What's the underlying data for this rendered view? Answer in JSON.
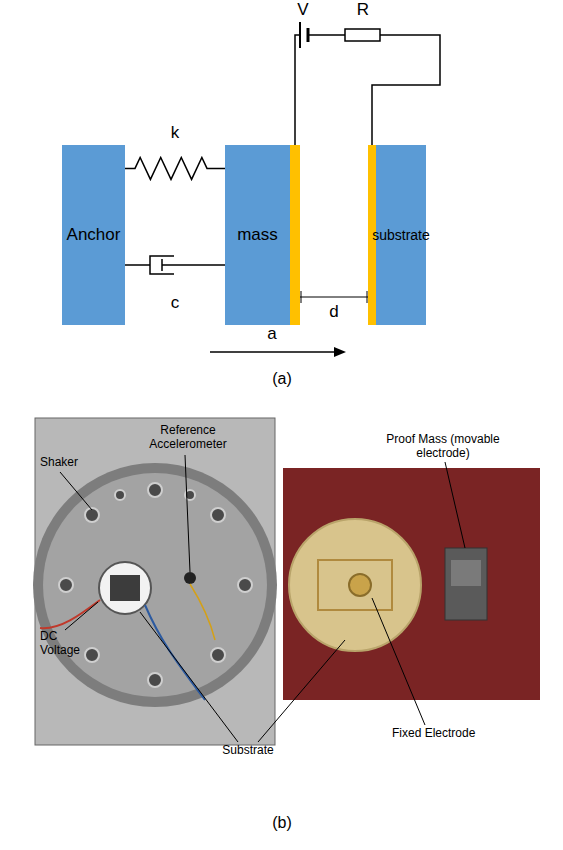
{
  "diagram": {
    "nodes": [
      {
        "text": [
          "Anchor"
        ]
      },
      {
        "text": [
          "mass"
        ]
      },
      {
        "text": [
          "substrate"
        ]
      }
    ],
    "edges": [
      {
        "from": 0,
        "to": 1,
        "arrow": "none",
        "label": "k"
      },
      {
        "from": 0,
        "to": 1,
        "arrow": "none",
        "label": "c"
      },
      {
        "from": 1,
        "to": 2,
        "arrow": "none"
      }
    ],
    "labels": [
      "V",
      "R",
      "d",
      "a",
      "(a)",
      "Reference Accelerometer",
      "Shaker",
      "DC Voltage",
      "Substrate",
      "Proof Mass (movable electrode)",
      "Fixed Electrode",
      "(b)"
    ]
  }
}
